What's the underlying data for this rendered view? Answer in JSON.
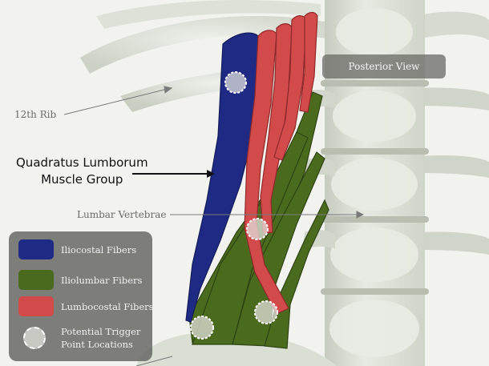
{
  "labels": {
    "rib": "12th Rib",
    "title_line1": "Quadratus Lumborum",
    "title_line2": "Muscle Group",
    "vertebrae": "Lumbar Vertebrae",
    "view": "Posterior View"
  },
  "legend": {
    "items": [
      {
        "name": "iliocostal",
        "label": "Iliocostal Fibers",
        "color": "#1f2a85"
      },
      {
        "name": "iliolumbar",
        "label": "Iliolumbar Fibers",
        "color": "#4a6a1e"
      },
      {
        "name": "lumbocostal",
        "label": "Lumbocostal Fibers",
        "color": "#d24a4a"
      }
    ],
    "trigger_line1": "Potential Trigger",
    "trigger_line2": "Point Locations"
  },
  "colors": {
    "iliocostal": "#1f2a85",
    "iliolumbar": "#4a6a1e",
    "lumbocostal": "#d24a4a",
    "bone": "#dfe3d8"
  },
  "icons": [
    "trigger-point-icon",
    "arrow-icon"
  ]
}
